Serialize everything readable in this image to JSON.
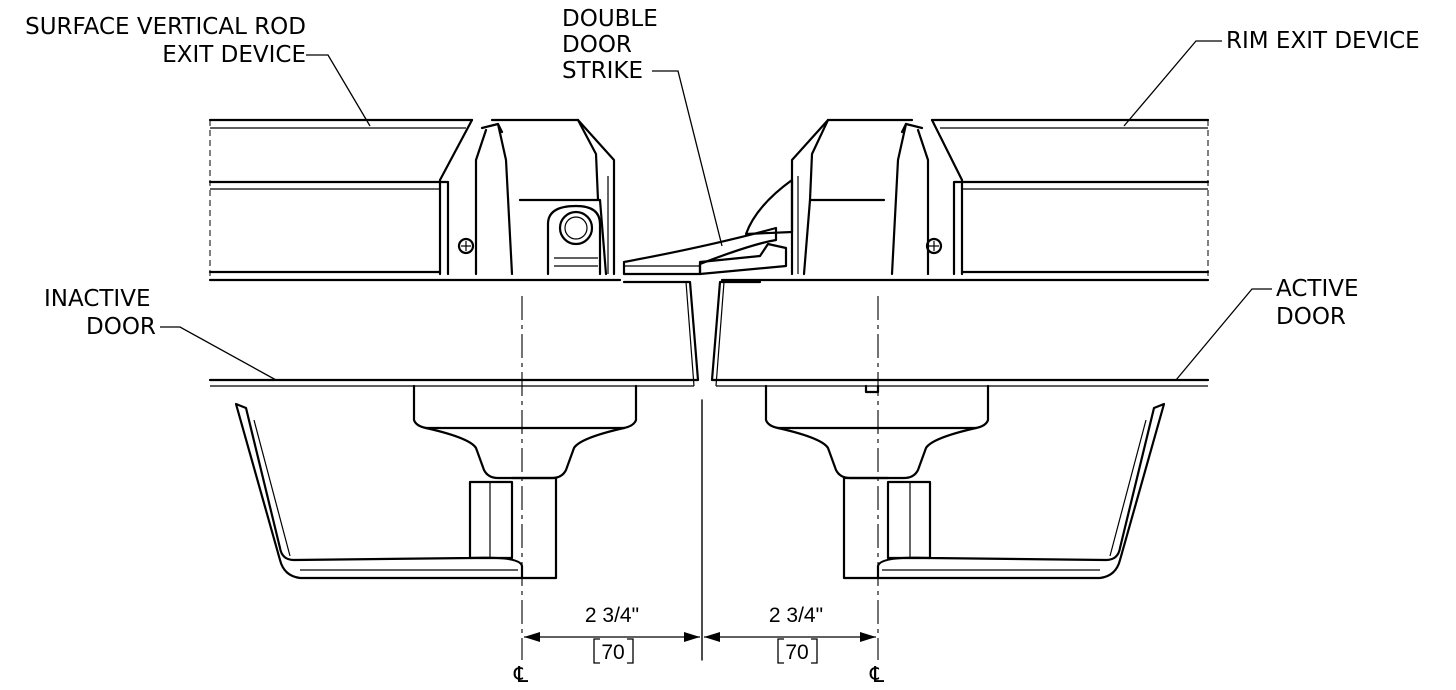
{
  "labels": {
    "surface_rod_line1": "SURFACE VERTICAL ROD",
    "surface_rod_line2": "EXIT DEVICE",
    "strike_line1": "DOUBLE",
    "strike_line2": "DOOR",
    "strike_line3": "STRIKE",
    "rim_exit": "RIM EXIT DEVICE",
    "inactive_line1": "INACTIVE",
    "inactive_line2": "DOOR",
    "active_line1": "ACTIVE",
    "active_line2": "DOOR"
  },
  "dimensions": {
    "left_imperial": "2 3/4\"",
    "left_metric": "70",
    "right_imperial": "2 3/4\"",
    "right_metric": "70"
  },
  "centerline_symbol": "℄"
}
